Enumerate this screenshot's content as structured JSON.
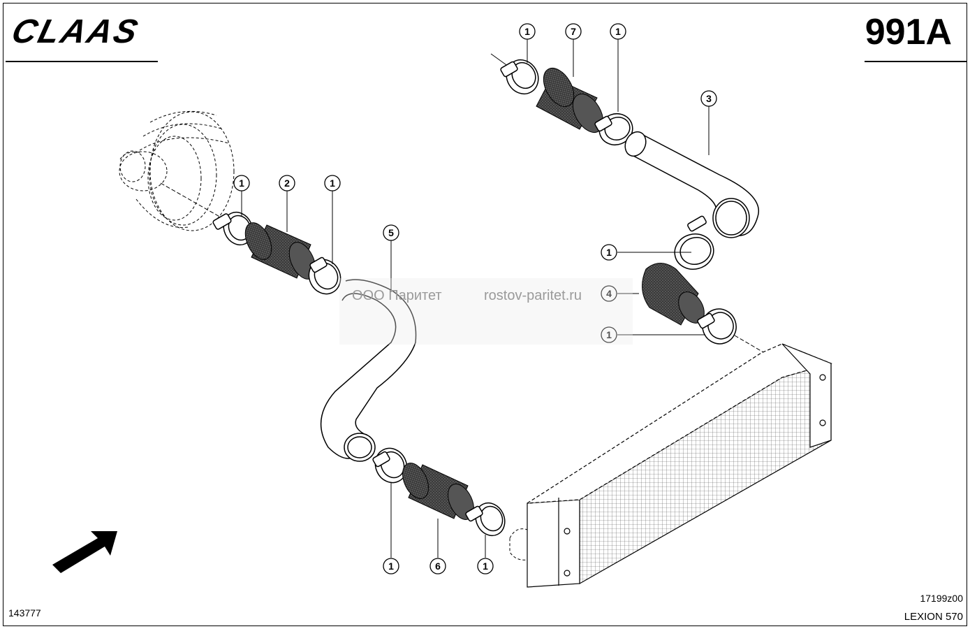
{
  "header": {
    "logo_text": "CLAAS",
    "page_code": "991A"
  },
  "footer": {
    "document_number": "143777",
    "drawing_number": "17199z00",
    "model": "LEXION 570"
  },
  "watermark": {
    "company": "ООО Паритет",
    "site": "rostov-paritet.ru"
  },
  "callouts": [
    {
      "id": "c1",
      "label": "1"
    },
    {
      "id": "c2",
      "label": "7"
    },
    {
      "id": "c3",
      "label": "1"
    },
    {
      "id": "c4",
      "label": "3"
    },
    {
      "id": "c5",
      "label": "1"
    },
    {
      "id": "c6",
      "label": "2"
    },
    {
      "id": "c7",
      "label": "1"
    },
    {
      "id": "c8",
      "label": "5"
    },
    {
      "id": "c9",
      "label": "1"
    },
    {
      "id": "c10",
      "label": "4"
    },
    {
      "id": "c11",
      "label": "1"
    },
    {
      "id": "c12",
      "label": "1"
    },
    {
      "id": "c13",
      "label": "6"
    },
    {
      "id": "c14",
      "label": "1"
    }
  ]
}
